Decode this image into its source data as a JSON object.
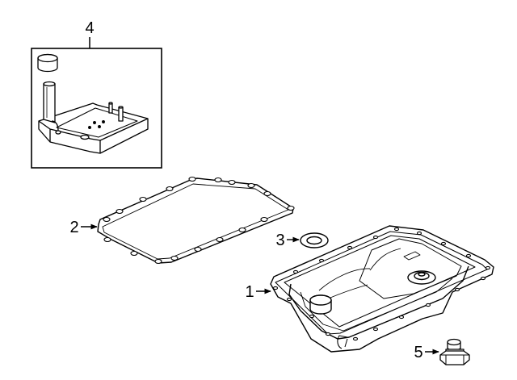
{
  "diagram": {
    "callouts": [
      {
        "id": "filter-kit",
        "number": "4"
      },
      {
        "id": "pan-gasket",
        "number": "2"
      },
      {
        "id": "drain-plug-washer",
        "number": "3"
      },
      {
        "id": "oil-pan",
        "number": "1"
      },
      {
        "id": "drain-plug",
        "number": "5"
      }
    ]
  }
}
